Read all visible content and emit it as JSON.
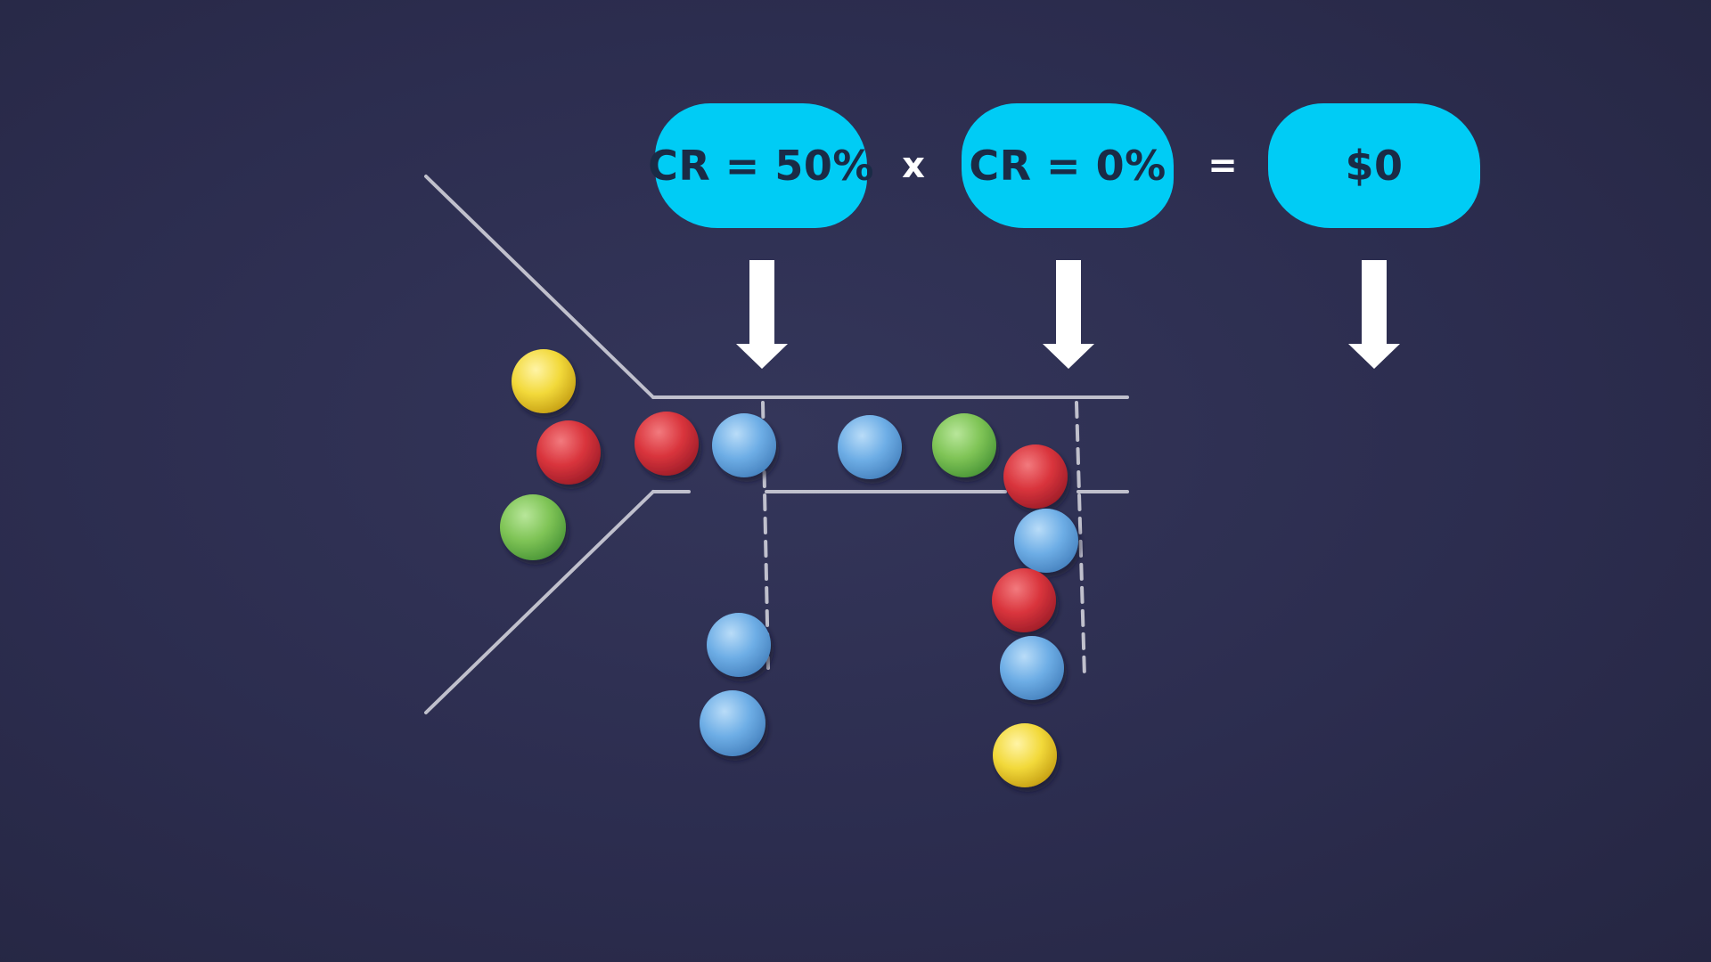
{
  "equation": {
    "term_1": "CR = 50%",
    "operator_1": "x",
    "term_2": "CR = 0%",
    "operator_2": "=",
    "result": "$0"
  },
  "colors": {
    "background": "#2c2d4f",
    "pill": "#00ccf5",
    "pill_text": "#1a2b46",
    "chalk": "#d9d9e2",
    "arrow": "#ffffff",
    "candy_red": "#d9343c",
    "candy_blue": "#6eaee6",
    "candy_green": "#7fc456",
    "candy_yellow": "#f2d93a"
  },
  "candies": {
    "queue_left": [
      "yellow",
      "red",
      "green"
    ],
    "funnel_stage_1": [
      "red",
      "blue"
    ],
    "funnel_stage_2": [
      "blue",
      "green"
    ],
    "dropped_after_stage_1": [
      "blue",
      "blue"
    ],
    "dropped_after_stage_2": [
      "red",
      "blue",
      "red",
      "blue",
      "yellow"
    ]
  }
}
